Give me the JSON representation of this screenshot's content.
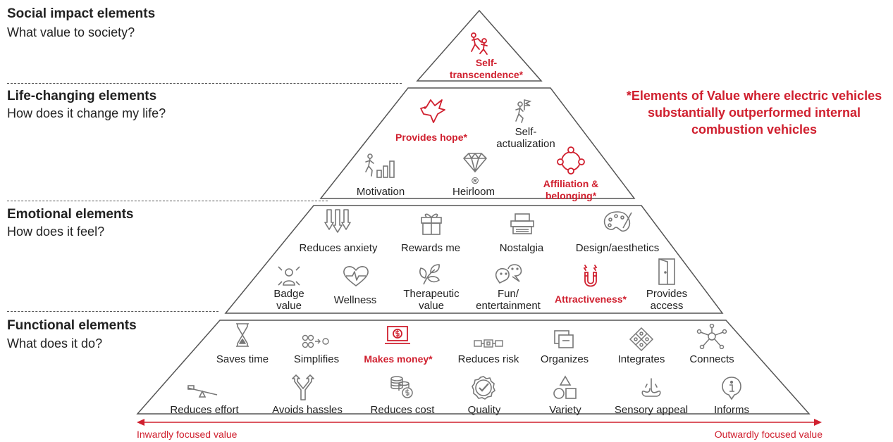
{
  "tiers": [
    {
      "title": "Social impact elements",
      "subtitle": "What value to society?"
    },
    {
      "title": "Life-changing elements",
      "subtitle": "How does it change my life?"
    },
    {
      "title": "Emotional elements",
      "subtitle": "How does it feel?"
    },
    {
      "title": "Functional elements",
      "subtitle": "What does it do?"
    }
  ],
  "social": [
    {
      "label": "Self-\ntranscendence*",
      "icon": "climbers-helping-icon",
      "highlight": true
    }
  ],
  "life_changing": [
    {
      "label": "Provides hope*",
      "icon": "dove-icon",
      "highlight": true
    },
    {
      "label": "Self-\nactualization",
      "icon": "summit-flag-icon",
      "highlight": false
    },
    {
      "label": "Motivation",
      "icon": "runner-bars-icon",
      "highlight": false
    },
    {
      "label": "Heirloom",
      "icon": "diamond-icon",
      "highlight": false
    },
    {
      "label": "Affiliation &\nbelonging*",
      "icon": "people-circle-icon",
      "highlight": true
    }
  ],
  "emotional": [
    {
      "label": "Reduces anxiety",
      "icon": "down-arrows-icon",
      "highlight": false
    },
    {
      "label": "Rewards me",
      "icon": "gift-icon",
      "highlight": false
    },
    {
      "label": "Nostalgia",
      "icon": "typewriter-icon",
      "highlight": false
    },
    {
      "label": "Design/aesthetics",
      "icon": "palette-icon",
      "highlight": false
    },
    {
      "label": "Badge\nvalue",
      "icon": "badge-person-icon",
      "highlight": false
    },
    {
      "label": "Wellness",
      "icon": "heartbeat-icon",
      "highlight": false
    },
    {
      "label": "Therapeutic\nvalue",
      "icon": "leaves-icon",
      "highlight": false
    },
    {
      "label": "Fun/\nentertainment",
      "icon": "chat-faces-icon",
      "highlight": false
    },
    {
      "label": "Attractiveness*",
      "icon": "magnet-icon",
      "highlight": true
    },
    {
      "label": "Provides\naccess",
      "icon": "door-icon",
      "highlight": false
    }
  ],
  "functional": [
    {
      "label": "Saves time",
      "icon": "hourglass-icon",
      "highlight": false
    },
    {
      "label": "Simplifies",
      "icon": "circles-arrow-icon",
      "highlight": false
    },
    {
      "label": "Makes money*",
      "icon": "laptop-dollar-icon",
      "highlight": true
    },
    {
      "label": "Reduces risk",
      "icon": "chain-link-icon",
      "highlight": false
    },
    {
      "label": "Organizes",
      "icon": "folders-icon",
      "highlight": false
    },
    {
      "label": "Integrates",
      "icon": "puzzle-icon",
      "highlight": false
    },
    {
      "label": "Connects",
      "icon": "network-icon",
      "highlight": false
    },
    {
      "label": "Reduces effort",
      "icon": "seesaw-icon",
      "highlight": false
    },
    {
      "label": "Avoids hassles",
      "icon": "split-arrow-icon",
      "highlight": false
    },
    {
      "label": "Reduces cost",
      "icon": "coins-icon",
      "highlight": false
    },
    {
      "label": "Quality",
      "icon": "check-circle-icon",
      "highlight": false
    },
    {
      "label": "Variety",
      "icon": "shapes-icon",
      "highlight": false
    },
    {
      "label": "Sensory appeal",
      "icon": "nose-icon",
      "highlight": false
    },
    {
      "label": "Informs",
      "icon": "info-icon",
      "highlight": false
    }
  ],
  "note": "*Elements of Value where electric vehicles substantially outperformed internal combustion vehicles",
  "axis": {
    "left": "Inwardly focused value",
    "right": "Outwardly focused value"
  },
  "heirloom_mark": "®",
  "colors": {
    "highlight": "#d0202f",
    "text": "#222222",
    "icon": "#777777",
    "line": "#555555"
  }
}
